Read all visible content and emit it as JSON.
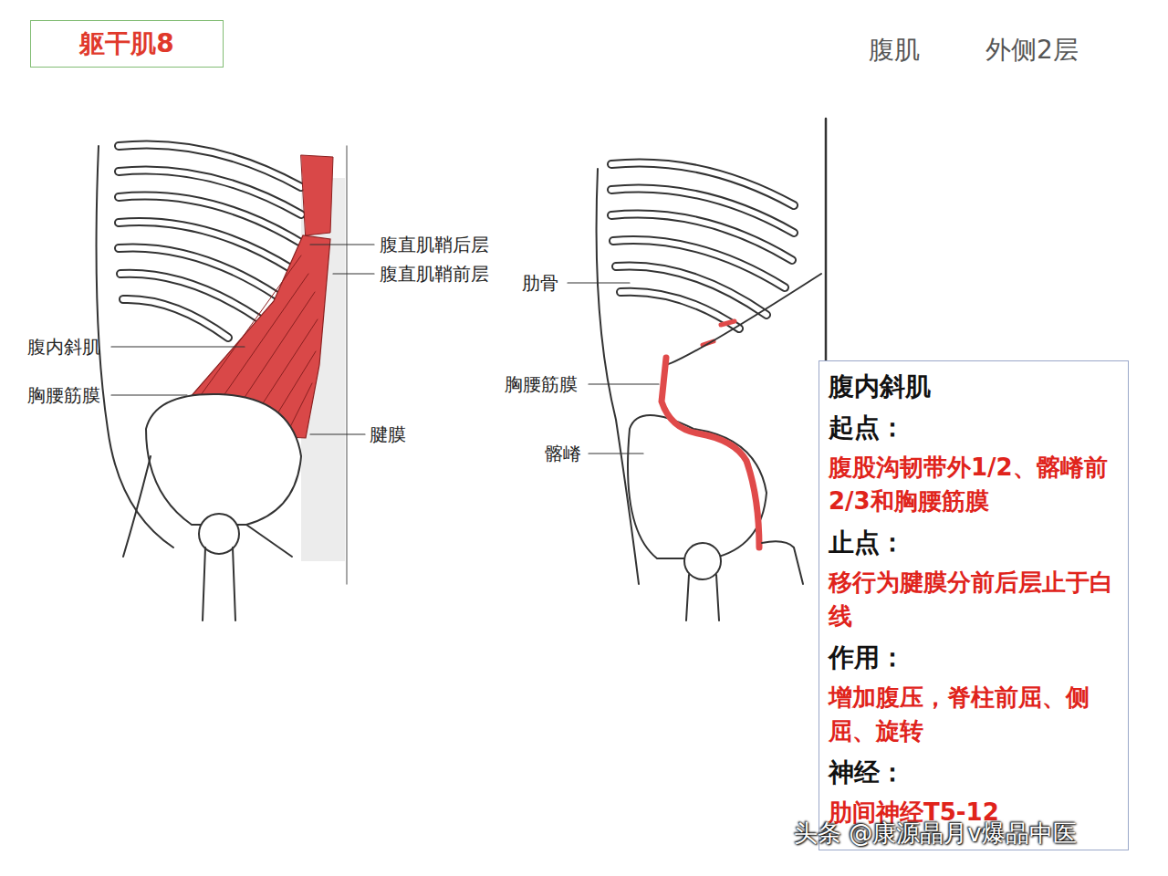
{
  "diagram": {
    "title": "躯干肌8",
    "nodes": [
      {
        "text": [
          "腹内斜肌",
          "起点：",
          "腹股沟韧带外1/2、髂嵴前2/3和胸腰筋膜",
          "止点：",
          "移行为腱膜分前后层止于白线",
          "作用：",
          "增加腹压，脊柱前屈、侧屈、旋转",
          "神经：",
          "肋间神经T5-12"
        ]
      }
    ],
    "labels": [
      "腹肌",
      "外侧2层",
      "腹直肌鞘后层",
      "腹直肌鞘前层",
      "腹内斜肌",
      "胸腰筋膜",
      "腱膜",
      "肋骨",
      "胸腰筋膜",
      "髂嵴",
      "头条 @康源晶月v爆品中医"
    ]
  }
}
